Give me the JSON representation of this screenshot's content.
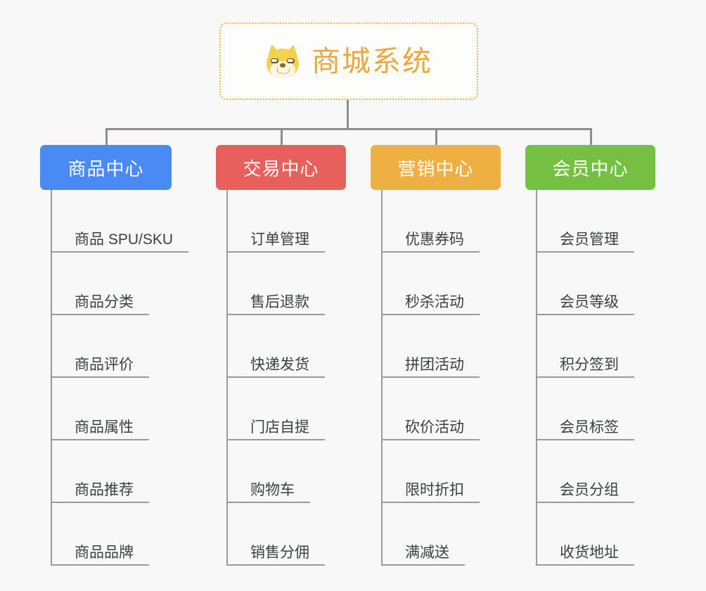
{
  "diagram": {
    "type": "mind-map",
    "background_color": "#f8f8f8",
    "root": {
      "title": "商城系统",
      "icon": "shiba-dog-icon",
      "border_color": "#efb34a",
      "text_color": "#e8a83c"
    },
    "connector_color": "#8d8d8d",
    "branches": [
      {
        "label": "商品中心",
        "color": "#4a8af4",
        "items": [
          "商品 SPU/SKU",
          "商品分类",
          "商品评价",
          "商品属性",
          "商品推荐",
          "商品品牌"
        ]
      },
      {
        "label": "交易中心",
        "color": "#e8605c",
        "items": [
          "订单管理",
          "售后退款",
          "快递发货",
          "门店自提",
          "购物车",
          "销售分佣"
        ]
      },
      {
        "label": "营销中心",
        "color": "#eeaf43",
        "items": [
          "优惠券码",
          "秒杀活动",
          "拼团活动",
          "砍价活动",
          "限时折扣",
          "满减送"
        ]
      },
      {
        "label": "会员中心",
        "color": "#74c043",
        "items": [
          "会员管理",
          "会员等级",
          "积分签到",
          "会员标签",
          "会员分组",
          "收货地址"
        ]
      }
    ]
  }
}
